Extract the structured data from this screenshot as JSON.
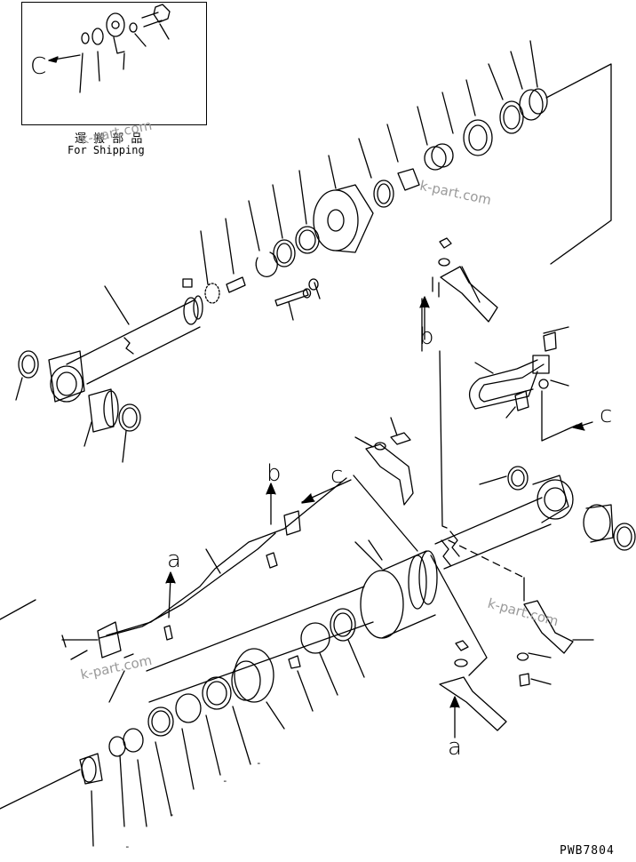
{
  "inset": {
    "jp_label": "運 搬 部 品",
    "en_label": "For Shipping",
    "arrow_label": "C"
  },
  "refs": {
    "a_top": "a",
    "a_bottom": "a",
    "b_top": "b",
    "b_mid": "b",
    "c_mid": "c",
    "c_right": "c"
  },
  "watermarks": [
    "k-part.com",
    "k-part.com",
    "k-part.com",
    "k-part.com"
  ],
  "dash_marks": [
    "-",
    "-",
    "-",
    "-"
  ],
  "part_code": "PWB7804"
}
